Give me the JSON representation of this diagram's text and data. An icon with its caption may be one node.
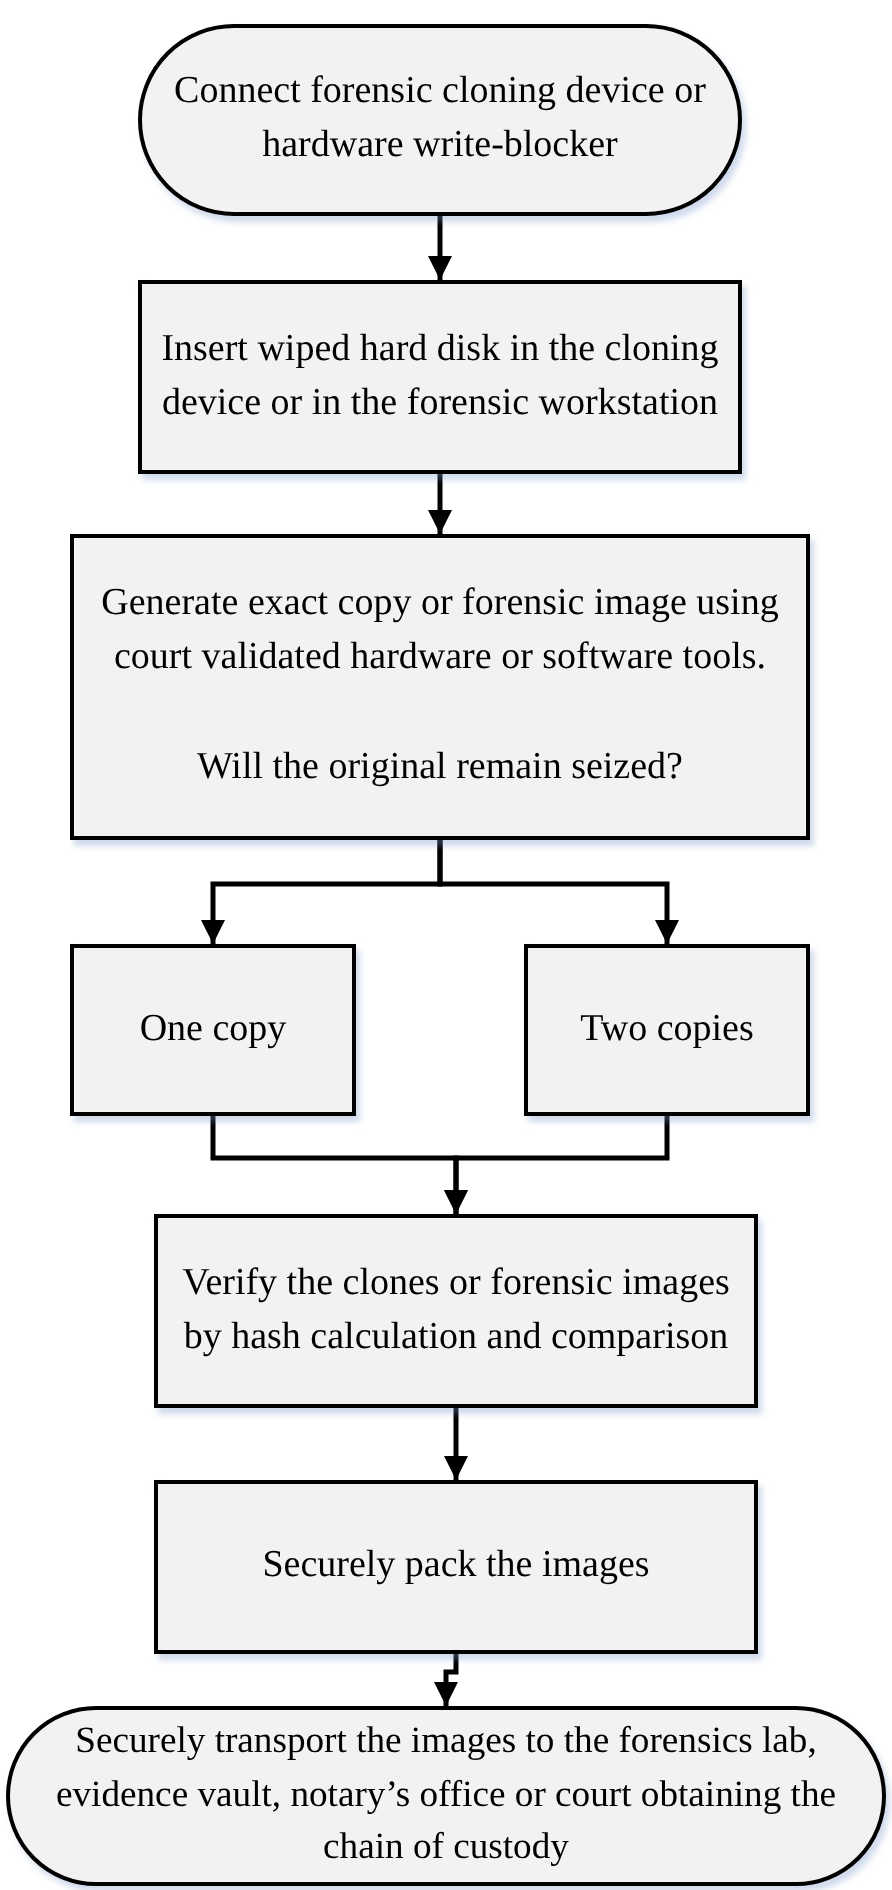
{
  "diagram": {
    "nodes": [
      {
        "text": [
          "Connect forensic cloning device or hardware write-blocker"
        ]
      },
      {
        "text": [
          "Insert wiped hard disk in the cloning device or in the forensic workstation"
        ]
      },
      {
        "text": [
          "Generate exact copy or forensic image using court validated hardware or software tools.",
          "Will the original remain seized?"
        ]
      },
      {
        "text": [
          "One copy"
        ]
      },
      {
        "text": [
          "Two copies"
        ]
      },
      {
        "text": [
          "Verify the clones or forensic images by hash calculation and comparison"
        ]
      },
      {
        "text": [
          "Securely pack the images"
        ]
      },
      {
        "text": [
          "Securely transport the images to the forensics lab, evidence vault, notary’s office or court obtaining the chain of custody"
        ]
      }
    ],
    "edges": [
      {
        "from": 0,
        "to": 1,
        "arrow": "to"
      },
      {
        "from": 1,
        "to": 2,
        "arrow": "to"
      },
      {
        "from": 2,
        "to": 3,
        "arrow": "to"
      },
      {
        "from": 2,
        "to": 4,
        "arrow": "to"
      },
      {
        "from": 3,
        "to": 5,
        "arrow": "to"
      },
      {
        "from": 4,
        "to": 5,
        "arrow": "to"
      },
      {
        "from": 5,
        "to": 6,
        "arrow": "to"
      },
      {
        "from": 6,
        "to": 7,
        "arrow": "to"
      }
    ]
  }
}
